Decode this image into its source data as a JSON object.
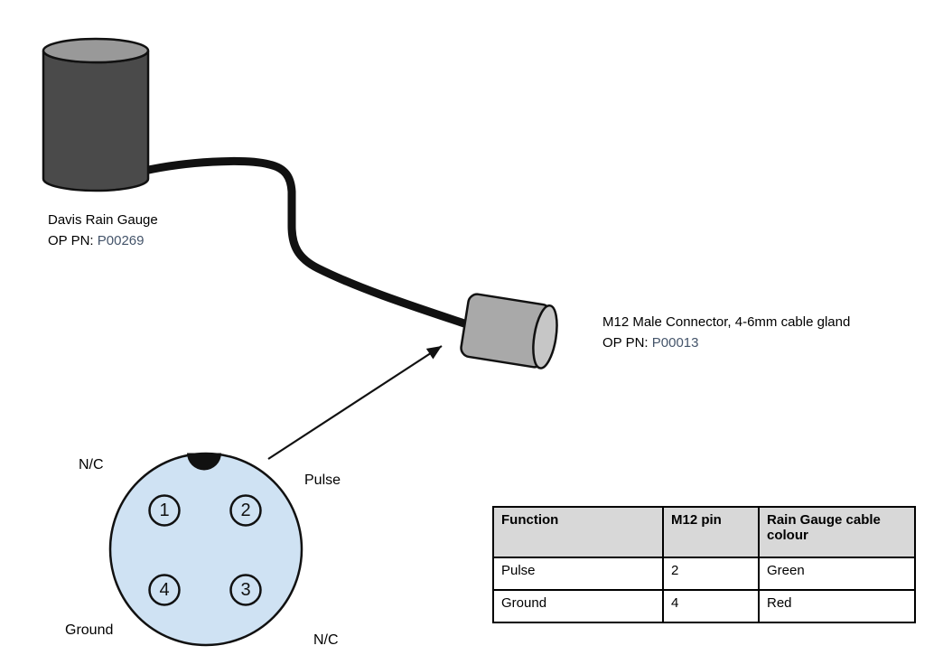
{
  "rain_gauge": {
    "name": "Davis Rain Gauge",
    "pn_label": "OP PN:",
    "pn_value": "P00269"
  },
  "connector": {
    "name": "M12 Male Connector, 4-6mm cable gland",
    "pn_label": "OP PN:",
    "pn_value": "P00013"
  },
  "pinout": {
    "pins": [
      {
        "number": "1",
        "position": "top-left"
      },
      {
        "number": "2",
        "position": "top-right"
      },
      {
        "number": "3",
        "position": "bottom-right"
      },
      {
        "number": "4",
        "position": "bottom-left"
      }
    ],
    "labels": {
      "top_left": "N/C",
      "top_right": "Pulse",
      "bottom_left": "Ground",
      "bottom_right": "N/C"
    }
  },
  "table": {
    "columns": [
      "Function",
      "M12 pin",
      "Rain Gauge cable colour"
    ],
    "rows": [
      {
        "function": "Pulse",
        "pin": "2",
        "colour": "Green"
      },
      {
        "function": "Ground",
        "pin": "4",
        "colour": "Red"
      }
    ]
  },
  "colors": {
    "gauge_body": "#4a4a4a",
    "gauge_top": "#999999",
    "connector_body": "#a9a9a9",
    "connector_face": "#c6c6c6",
    "pin_face": "#cfe2f3",
    "outline": "#111111",
    "table_header_bg": "#d8d8d8",
    "part_number_text": "#44546a"
  }
}
